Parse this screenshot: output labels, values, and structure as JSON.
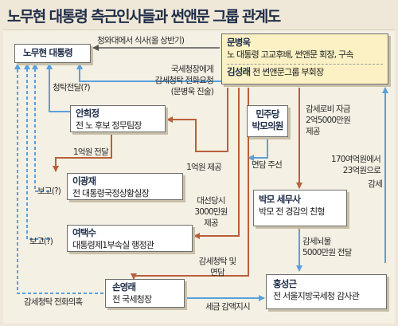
{
  "title": "노무현 대통령 측근인사들과 썬앤문 그룹 관계도",
  "colors": {
    "blue": "#5aa0dc",
    "brown": "#b8603a",
    "dark": "#555555",
    "highlight": "#fbf1c4"
  },
  "boxes": {
    "roh": {
      "name": "노무현 대통령"
    },
    "moon": {
      "name": "문병욱",
      "desc": "노 대통령 고교후배, 썬앤문 회장, 구속"
    },
    "kim": {
      "name": "김성래",
      "desc": "전 썬앤문그룹 부회장"
    },
    "ahn": {
      "name": "안희정",
      "desc": "전 노 후보 정무팀장"
    },
    "democrat": {
      "name": "민주당",
      "desc": "박모의원"
    },
    "lee": {
      "name": "이광재",
      "desc": "전 대통령국정상황실장"
    },
    "park": {
      "name": "박모 세무사",
      "desc": "박모 전 경감의 친형"
    },
    "yeo": {
      "name": "여택수",
      "desc": "대통령제1부속실 행정관"
    },
    "son": {
      "name": "손영래",
      "desc": "전 국세청장"
    },
    "hong": {
      "name": "홍성근",
      "desc": "전 서울지방국세청 감사관"
    }
  },
  "labels": {
    "meal": "청와대에서 식사(올 상반기)",
    "tax_request_1": "국세청장에게",
    "tax_request_2": "감세청탁 전화요청",
    "tax_request_3": "(문병욱 진술)",
    "solicit": "청탁전달(?)",
    "report_1": "보고(?)",
    "report_2": "보고(?)",
    "lobby_1": "감세로비 자금",
    "lobby_2": "2억5000만원",
    "lobby_3": "제공",
    "transfer_100m": "1억원 전달",
    "provide_100m": "1억원 제공",
    "intro": "면담 주선",
    "campaign_1": "대선당시",
    "campaign_2": "3000만원",
    "campaign_3": "제공",
    "amount_1": "170여억원에서",
    "amount_2": "23억원으로",
    "tax_cut": "감세",
    "bribe_1": "감세뇌물",
    "bribe_2": "5000만원 전달",
    "solicit_meet_1": "감세청탁 및",
    "solicit_meet_2": "면담",
    "suspicion": "감세청탁 전화의혹",
    "order": "세금 감액지시"
  }
}
